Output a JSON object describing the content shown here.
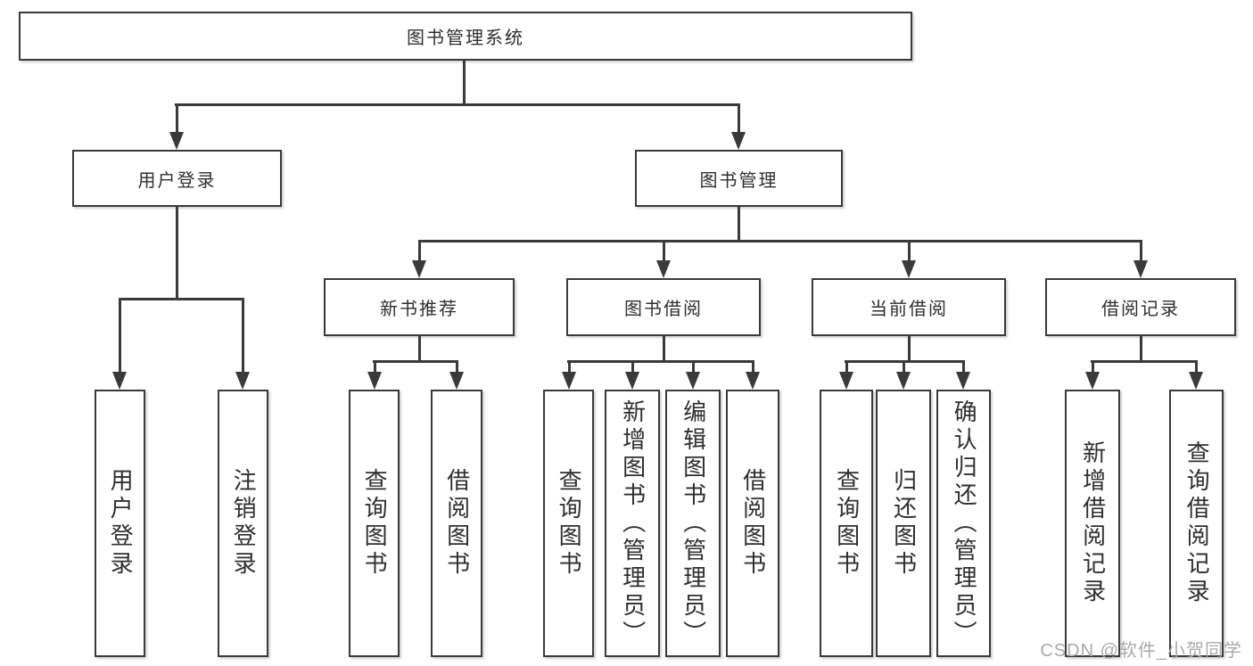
{
  "tree": {
    "root": {
      "label": "图书管理系统"
    },
    "level2": [
      {
        "label": "用户登录"
      },
      {
        "label": "图书管理"
      }
    ],
    "level3": [
      {
        "label": "新书推荐"
      },
      {
        "label": "图书借阅"
      },
      {
        "label": "当前借阅"
      },
      {
        "label": "借阅记录"
      }
    ],
    "leaves": {
      "user_login": [
        {
          "label": "用户登录"
        },
        {
          "label": "注销登录"
        }
      ],
      "new_book_recommend": [
        {
          "label": "查询图书"
        },
        {
          "label": "借阅图书"
        }
      ],
      "book_borrow": [
        {
          "label": "查询图书"
        },
        {
          "label": "新增图书（管理员）"
        },
        {
          "label": "编辑图书（管理员）"
        },
        {
          "label": "借阅图书"
        }
      ],
      "current_borrow": [
        {
          "label": "查询图书"
        },
        {
          "label": "归还图书"
        },
        {
          "label": "确认归还（管理员）"
        }
      ],
      "borrow_records": [
        {
          "label": "新增借阅记录"
        },
        {
          "label": "查询借阅记录"
        }
      ]
    }
  },
  "watermark": {
    "text": "CSDN @软件_小贺同学"
  },
  "colors": {
    "line": "#3a3a3a",
    "box_background": "#ffffff",
    "text": "#2f2f2f",
    "watermark": "#aaaaaa",
    "page_background": "#ffffff"
  }
}
